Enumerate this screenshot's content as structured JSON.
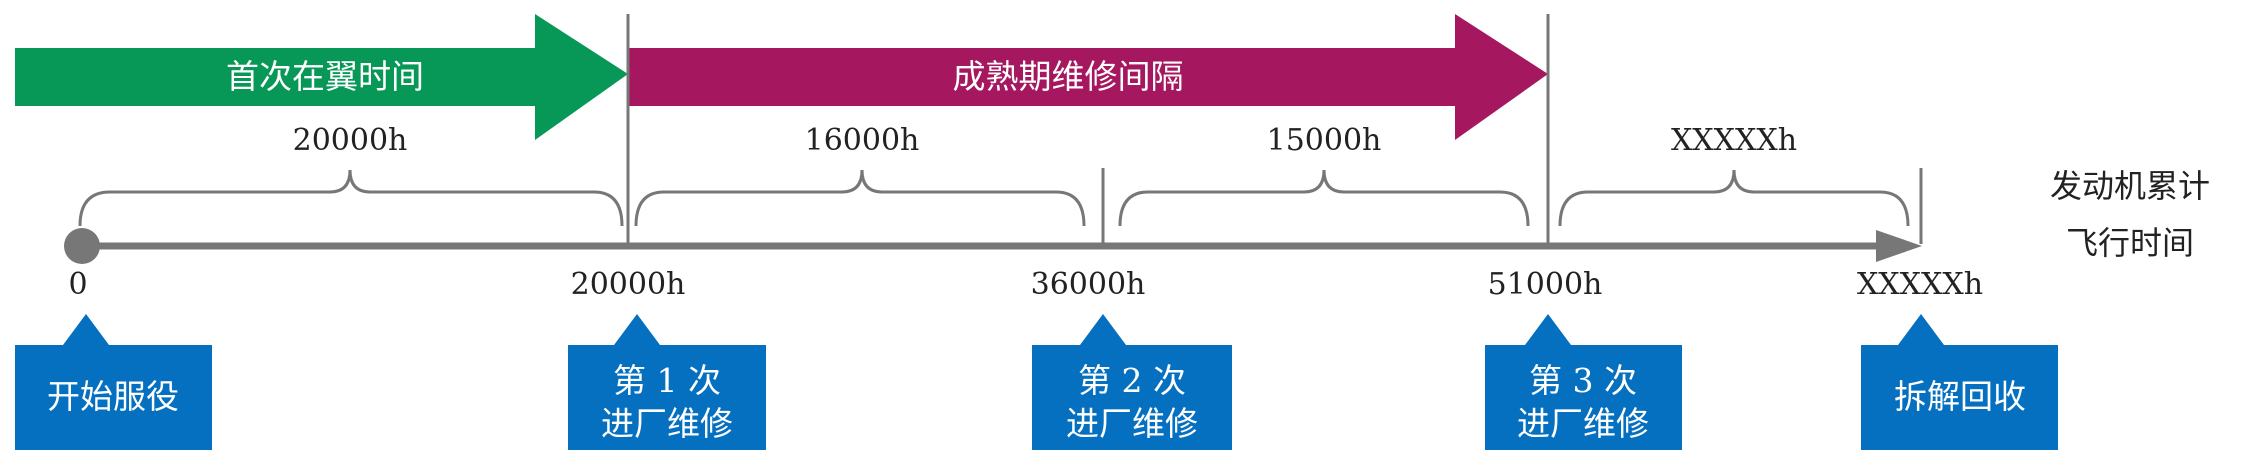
{
  "phases": [
    {
      "label": "首次在翼时间",
      "color": "#079858"
    },
    {
      "label": "成熟期维修间隔",
      "color": "#a5175f"
    }
  ],
  "axis": {
    "title_line1": "发动机累计",
    "title_line2": "飞行时间",
    "ticks": [
      "0",
      "20000h",
      "36000h",
      "51000h",
      "XXXXXh"
    ],
    "color": "#777777"
  },
  "intervals": [
    "20000h",
    "16000h",
    "15000h",
    "XXXXXh"
  ],
  "events": [
    {
      "lines": [
        "开始服役"
      ]
    },
    {
      "lines": [
        "第 1 次",
        "进厂维修"
      ]
    },
    {
      "lines": [
        "第 2 次",
        "进厂维修"
      ]
    },
    {
      "lines": [
        "第 3 次",
        "进厂维修"
      ]
    },
    {
      "lines": [
        "拆解回收"
      ]
    }
  ],
  "box_color": "#0570c0"
}
